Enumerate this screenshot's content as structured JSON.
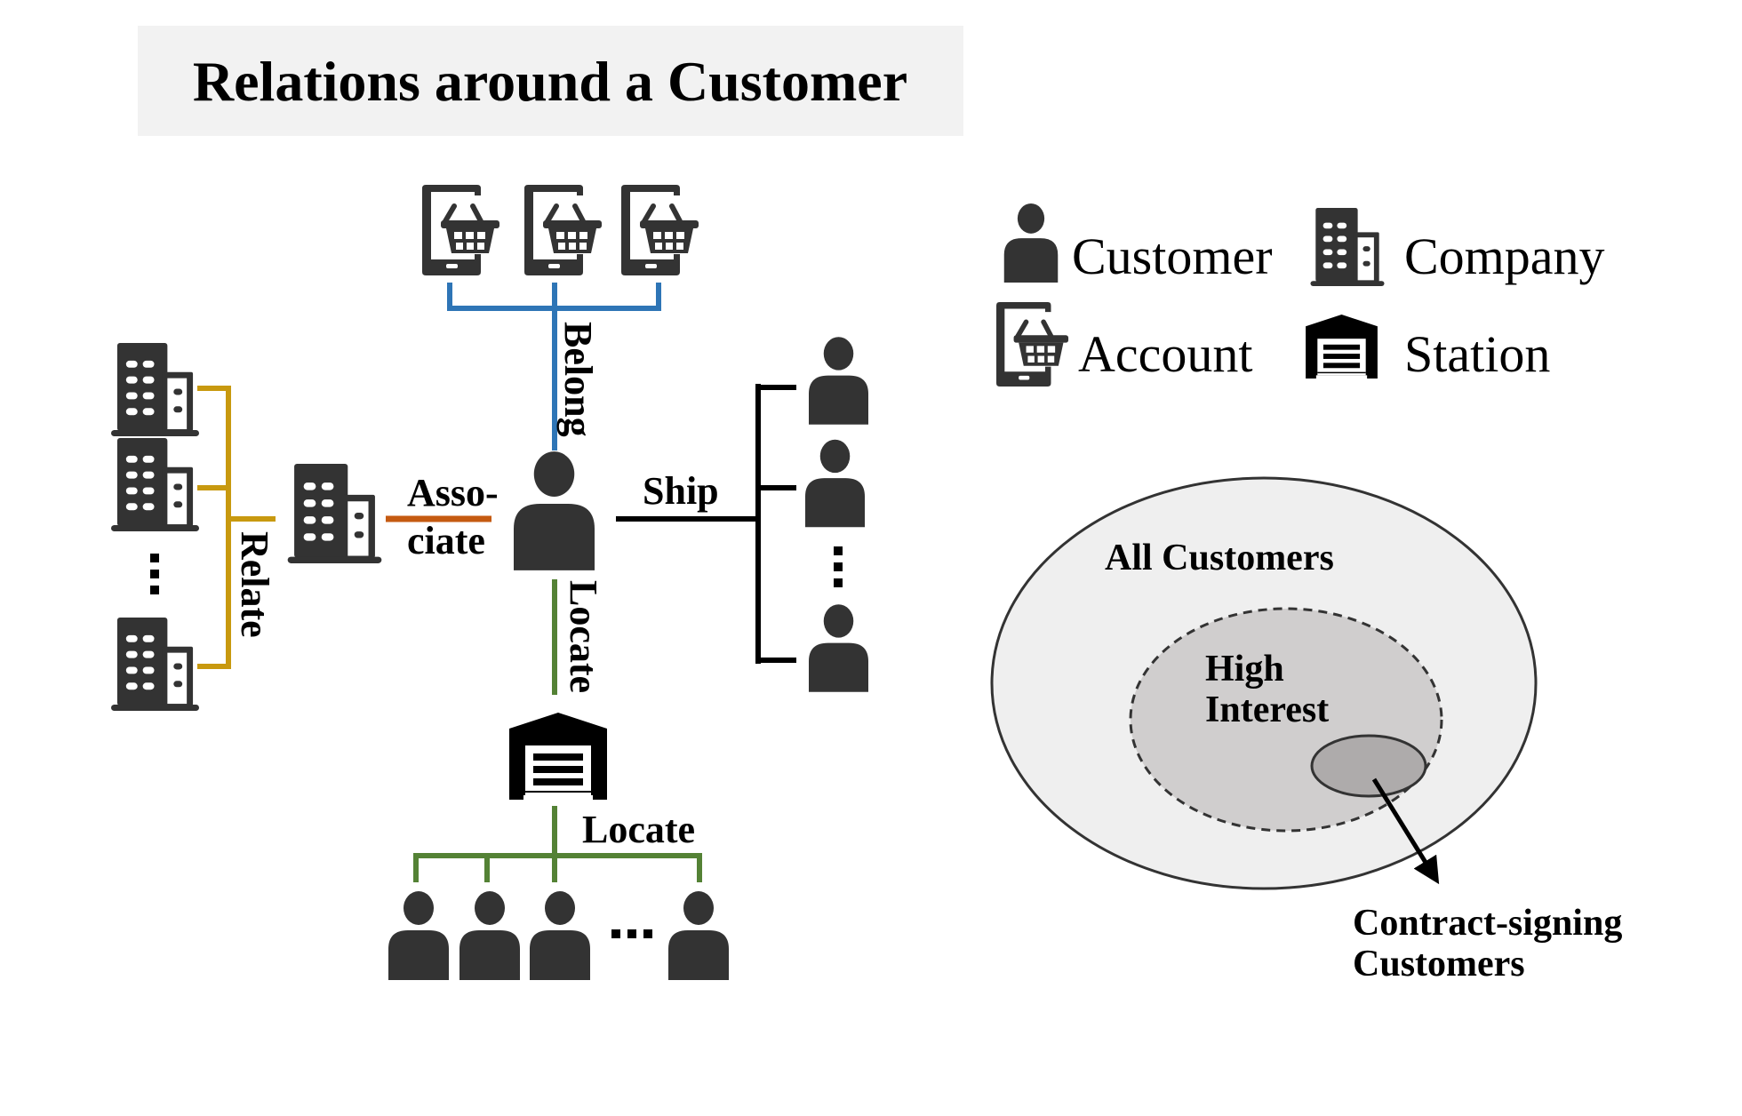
{
  "title": "Relations around a Customer",
  "colors": {
    "icon": "#333333",
    "station": "#000000",
    "belong": "#2E75B6",
    "relate": "#C8990F",
    "associate": "#C55A11",
    "locate": "#548235",
    "ship": "#000000",
    "title_bg": "#F2F2F2",
    "venn_outer": "#EFEFEF",
    "venn_inner": "#D0CECE",
    "venn_core": "#AEABAB"
  },
  "relations": {
    "belong": "Belong",
    "associate_line1": "Asso-",
    "associate_line2": "ciate",
    "relate": "Relate",
    "ship": "Ship",
    "locate_customer_station": "Locate",
    "locate_station_customers": "Locate"
  },
  "legend": {
    "items": [
      {
        "icon": "person-icon",
        "label": "Customer"
      },
      {
        "icon": "building-icon",
        "label": "Company"
      },
      {
        "icon": "tablet-basket-icon",
        "label": "Account"
      },
      {
        "icon": "warehouse-icon",
        "label": "Station"
      }
    ]
  },
  "venn": {
    "outer_label": "All Customers",
    "inner_label_line1": "High",
    "inner_label_line2": "Interest",
    "core_label_line1": "Contract-signing",
    "core_label_line2": "Customers"
  },
  "ellipsis": "..."
}
